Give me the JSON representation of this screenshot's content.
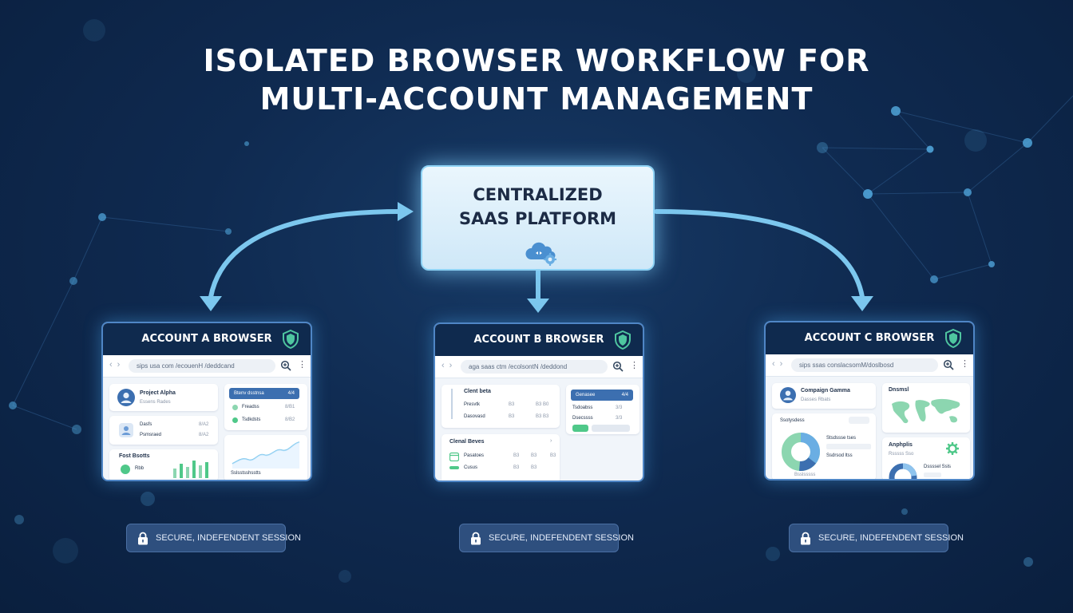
{
  "title": {
    "line1": "ISOLATED BROWSER WORKFLOW FOR",
    "line2": "MULTI-ACCOUNT MANAGEMENT"
  },
  "platform": {
    "line1": "CENTRALIZED",
    "line2": "SAAS PLATFORM",
    "icon": "cloud-gear-icon"
  },
  "browsers": [
    {
      "title": "ACCOUNT A BROWSER",
      "url": "sips usa com /ecouenH /deddcand",
      "profile_name": "Project Alpha",
      "profile_sub": "Essens Rades",
      "row1_label": "Dasfs",
      "row1_value": "8/A2",
      "row2_label": "Psmsraed",
      "row2_value": "8/A2",
      "tab_label": "Btenv dsstnsa",
      "tab_value": "4/4",
      "item1_label": "Freadss",
      "item1_value": "8/B1",
      "item2_label": "Tsdkdsts",
      "item2_value": "8/B2",
      "footer_left": "Fost Bsotts",
      "footer_item": "Rbb",
      "footer_right": "Sslsstsshsstts"
    },
    {
      "title": "ACCOUNT B BROWSER",
      "url": "aga saas ctm /ecolsontN /deddond",
      "list_title": "Clent beta",
      "list_row1_label": "Presvtk",
      "list_row1_a": "B3",
      "list_row1_b": "B3 B0",
      "list_row2_label": "Dasovasd",
      "list_row2_a": "B3",
      "list_row2_b": "B3 B3",
      "tab_label": "Genasee",
      "tab_value": "4/4",
      "item1_label": "Tsdoabss",
      "item1_value": "3/3",
      "item2_label": "Dsecssss",
      "item2_value": "3/3",
      "table_title": "Clenal Beves",
      "table_row1_label": "Pasatoes",
      "table_row2_label": "Cusus"
    },
    {
      "title": "ACCOUNT C BROWSER",
      "url": "sips ssas conslacsomM/doslbosd",
      "profile_name": "Compaign Gamma",
      "profile_sub": "Dasses Rbats",
      "map_title": "Dnsmsl",
      "stats_title": "Ssotysdess",
      "pie_label1": "Stsdssse tses",
      "pie_label2": "Ssdrsod ltss",
      "analytics_title": "Anphplis",
      "analytics_sub": "Rsssss Sso",
      "donut_label": "Dssssel Ssls",
      "footer": "Bsslsssss"
    }
  ],
  "session_label": "SECURE, INDEFENDENT SESSION",
  "colors": {
    "background": "#0f2a50",
    "arrow": "#7cc7ee",
    "platform_border": "#8fd3f5",
    "shield": "#4fc6a0",
    "accent_blue": "#3c6fb0",
    "accent_green": "#4fc889"
  }
}
